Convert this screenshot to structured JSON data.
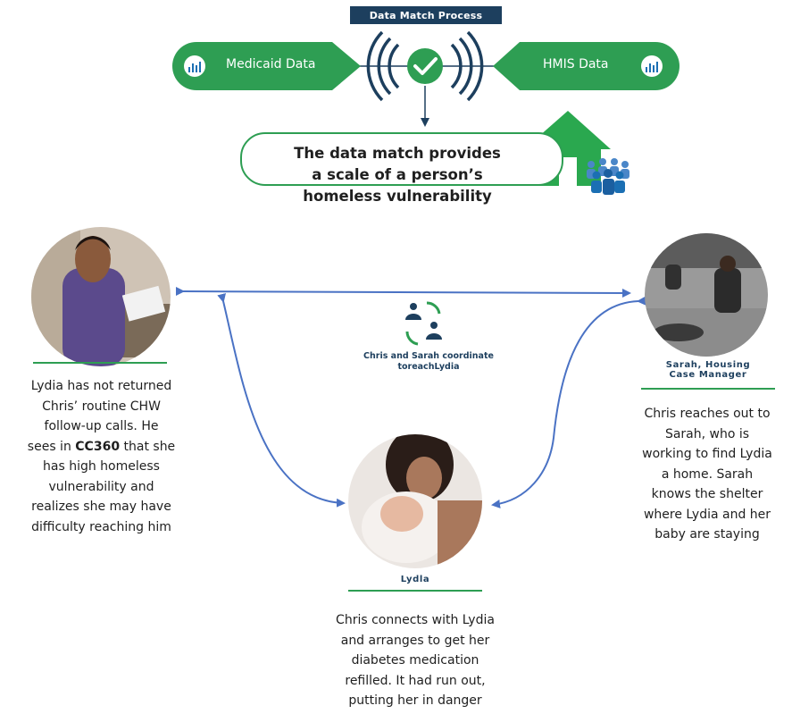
{
  "header": {
    "title": "Data Match Process"
  },
  "sources": {
    "left_label": "Medicaid Data",
    "right_label": "HMIS Data"
  },
  "result": {
    "line1": "The data match provides",
    "line2": "a scale of a person’s",
    "line3": "homeless vulnerability"
  },
  "coordination": {
    "line1": "Chris and Sarah coordinate",
    "line2": "toreachLydia"
  },
  "people": {
    "chris": {
      "line1": "Lydia has not returned",
      "line2": "Chris’ routine CHW",
      "line3": "follow-up calls.  He",
      "line4_pre": "sees in ",
      "line4_bold": "CC360",
      "line4_post": " that she",
      "line5": "has high homeless",
      "line6": "vulnerability  and",
      "line7": "realizes she may have",
      "line8": "difficulty reaching him"
    },
    "sarah": {
      "name_line1": "Sarah, Housing",
      "name_line2": "Case Manager",
      "line1": "Chris reaches out to",
      "line2": "Sarah,  who is",
      "line3": "working  to find Lydia",
      "line4": "a home.  Sarah",
      "line5": "knows the shelter",
      "line6": "where Lydia and her",
      "line7": "baby are staying"
    },
    "lydia": {
      "name": "Lydla",
      "line1": "Chris connects with Lydia",
      "line2": "and arranges to get her",
      "line3": "diabetes medication",
      "line4": "refilled.  It had run out,",
      "line5": "putting her in danger"
    }
  },
  "icons": {
    "left_pill": "bar-chart-icon",
    "right_pill": "bar-chart-icon",
    "center": "check-signal-icon",
    "house": "house-icon",
    "group": "people-group-icon",
    "coordinate": "coordinate-people-icon"
  },
  "colors": {
    "green": "#2e9e53",
    "navy": "#1d3f5e",
    "blue_arrow": "#4a72c4",
    "icon_blue": "#1b6fb3"
  }
}
